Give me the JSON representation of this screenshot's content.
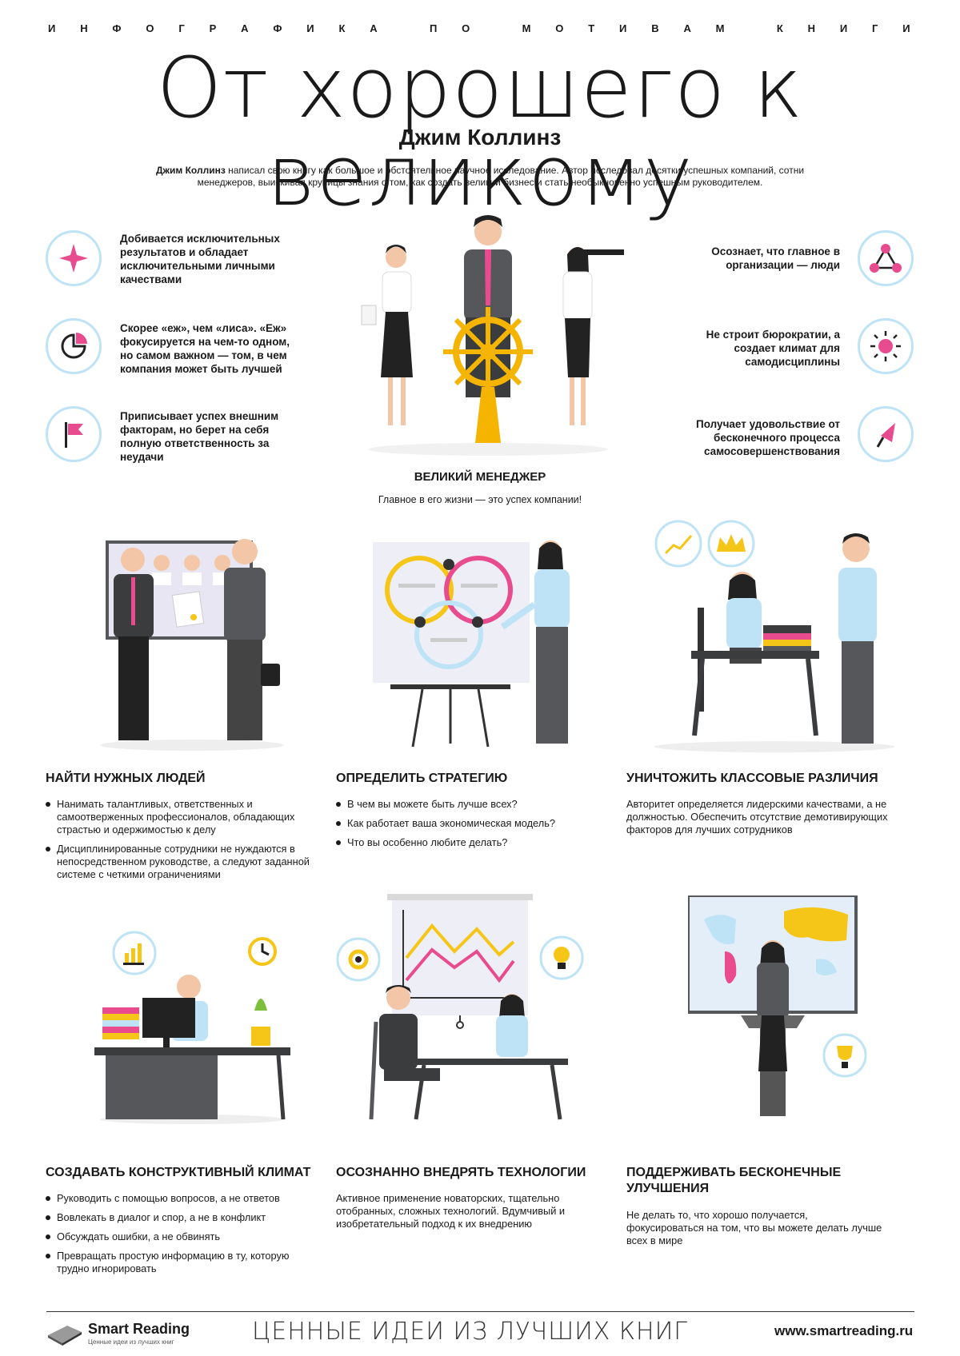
{
  "header": {
    "top_line": [
      "И",
      "Н",
      "Ф",
      "О",
      "Г",
      "Р",
      "А",
      "Ф",
      "И",
      "К",
      "А",
      "",
      "П",
      "О",
      "",
      "М",
      "О",
      "Т",
      "И",
      "В",
      "А",
      "М",
      "",
      "К",
      "Н",
      "И",
      "Г",
      "И"
    ],
    "title": "От хорошего к великому",
    "author": "Джим Коллинз",
    "intro_bold": "Джим Коллинз",
    "intro_rest": " написал свою книгу как большое и обстоятельное научное исследование. Автор исследовал десятки успешных компаний, сотни менеджеров, выискивая крупицы знания о том, как создать великий бизнес и стать необыкновенно успешным руководителем."
  },
  "traits_left": [
    {
      "text": "Добивается исключительных результатов и обладает исключительными личными качествами",
      "icon": "star-icon"
    },
    {
      "text": "Скорее «еж», чем «лиса». «Еж» фокусируется на чем-то одном, но самом важном — том, в чем компания может быть лучшей",
      "icon": "pie-chart-icon"
    },
    {
      "text": "Приписывает успех внешним факторам, но берет на себя полную ответственность за неудачи",
      "icon": "flag-icon"
    }
  ],
  "traits_right": [
    {
      "text": "Осознает, что главное в организации — люди",
      "icon": "network-icon"
    },
    {
      "text": "Не строит бюрократии, а создает климат для самодисциплины",
      "icon": "sun-icon"
    },
    {
      "text": "Получает удовольствие от бесконечного процесса самосовершенствования",
      "icon": "pin-icon"
    }
  ],
  "center": {
    "title": "ВЕЛИКИЙ МЕНЕДЖЕР",
    "subtitle": "Главное в его жизни — это успех компании!"
  },
  "sections": {
    "people": {
      "title": "НАЙТИ НУЖНЫХ ЛЮДЕЙ",
      "bullets": [
        "Нанимать талантливых, ответственных и самоотверженных профессионалов, обладающих страстью и одержимостью к делу",
        "Дисциплинированные сотрудники не нуждаются в непосредственном руководстве, а следуют заданной системе с четкими ограничениями"
      ]
    },
    "strategy": {
      "title": "ОПРЕДЕЛИТЬ СТРАТЕГИЮ",
      "bullets": [
        "В чем вы можете быть лучше всех?",
        "Как работает ваша экономическая модель?",
        "Что вы особенно любите делать?"
      ]
    },
    "class": {
      "title": "УНИЧТОЖИТЬ КЛАССОВЫЕ РАЗЛИЧИЯ",
      "text": "Авторитет определяется лидерскими качествами, а не должностью. Обеспечить отсутствие демотивирующих факторов для лучших сотрудников"
    },
    "climate": {
      "title": "СОЗДАВАТЬ КОНСТРУКТИВНЫЙ КЛИМАТ",
      "bullets": [
        "Руководить с помощью вопросов, а не ответов",
        "Вовлекать в диалог и спор, а не в конфликт",
        "Обсуждать ошибки, а не обвинять",
        "Превращать простую информацию в ту, которую трудно игнорировать"
      ]
    },
    "tech": {
      "title": "ОСОЗНАННО ВНЕДРЯТЬ ТЕХНОЛОГИИ",
      "text": "Активное применение новаторских, тщательно отобранных, сложных технологий. Вдумчивый и изобретательный подход к их внедрению"
    },
    "improve": {
      "title": "ПОДДЕРЖИВАТЬ БЕСКОНЕЧНЫЕ УЛУЧШЕНИЯ",
      "text": "Не делать то, что хорошо получается, фокусироваться на том, что вы можете делать лучше всех в мире"
    }
  },
  "footer": {
    "brand": "Smart Reading",
    "brand_sub": "Ценные идеи из лучших книг",
    "slogan": "ЦЕННЫЕ ИДЕИ ИЗ ЛУЧШИХ КНИГ",
    "url": "www.smartreading.ru"
  },
  "colors": {
    "pink": "#e94b8f",
    "yellow": "#f5c518",
    "lightblue": "#bfe3f6",
    "grey": "#55575a"
  }
}
